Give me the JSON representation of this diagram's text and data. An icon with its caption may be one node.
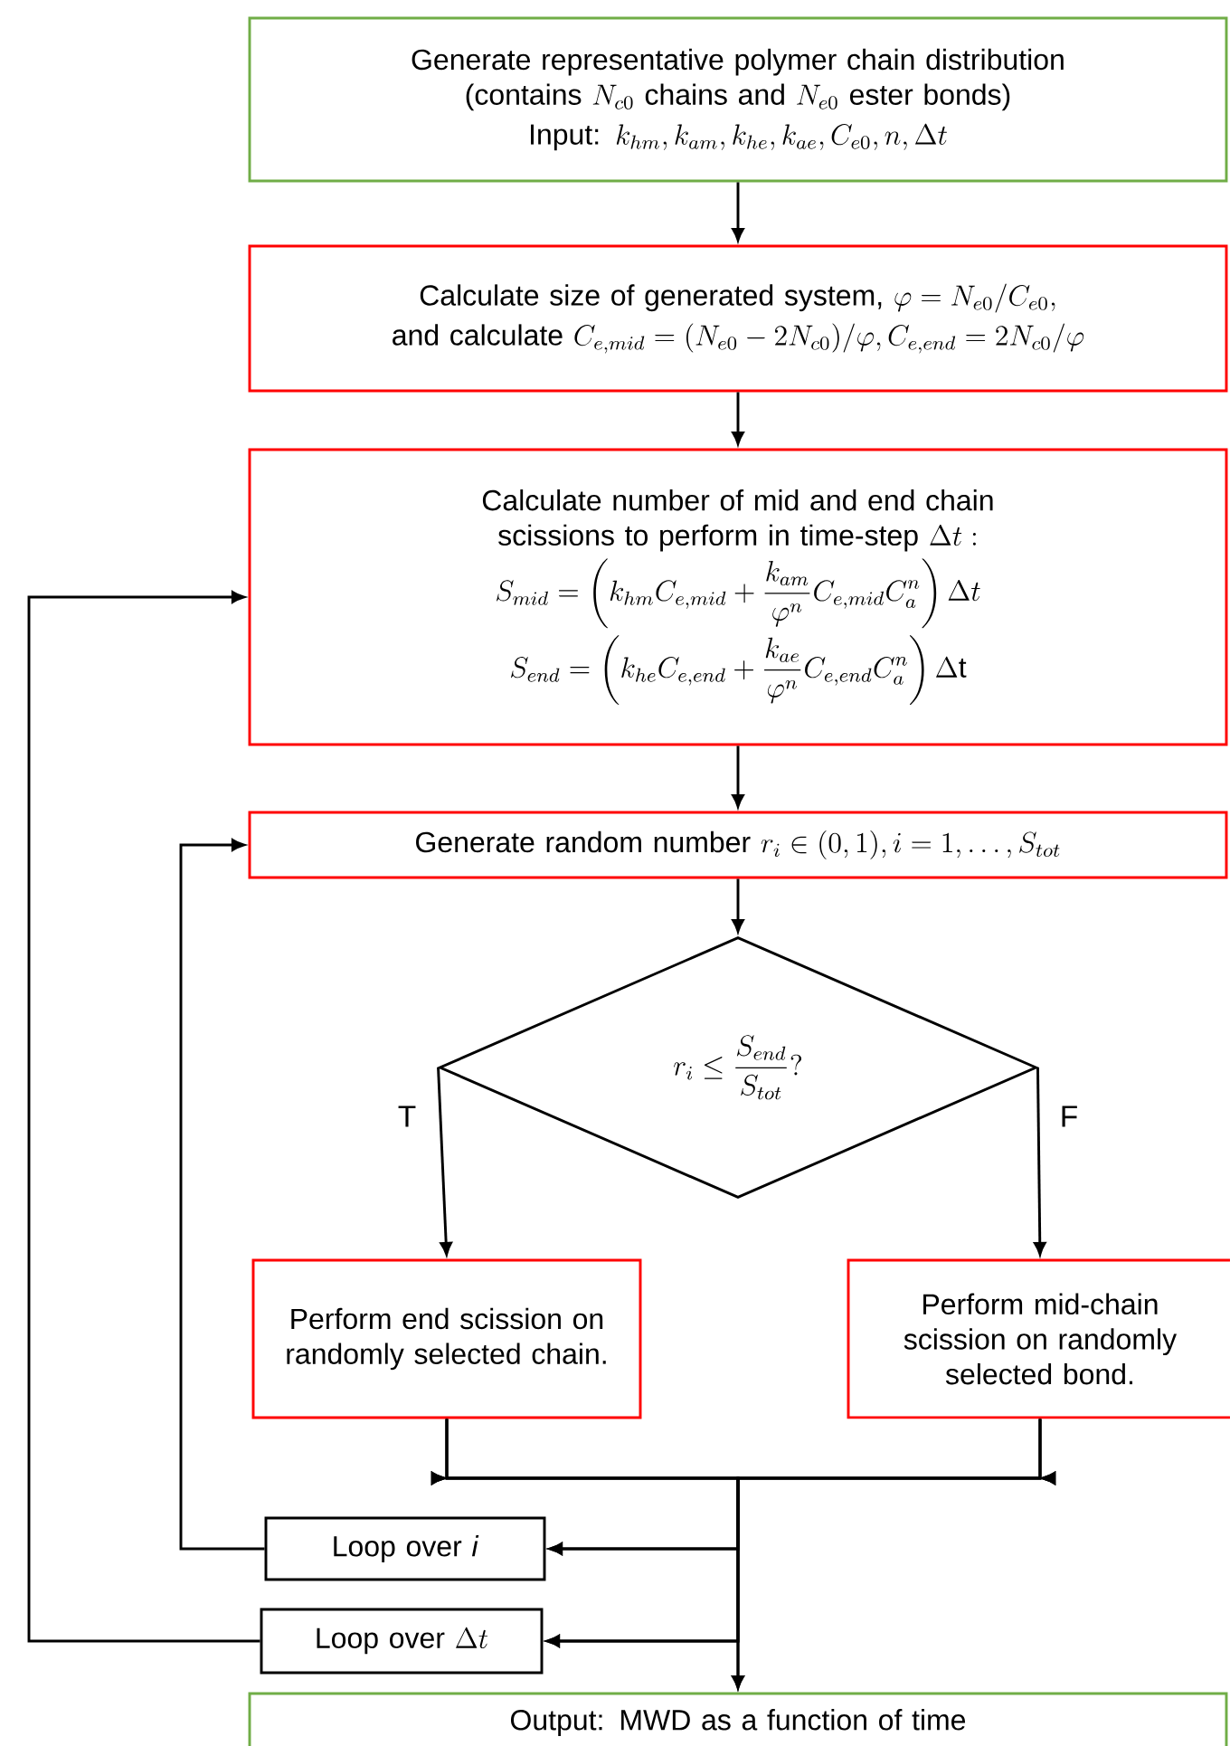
{
  "diagram": {
    "nodes": [
      {
        "text": [
          "Generate representative polymer chain distribution (contains",
          "N_{c0}",
          "chains and",
          "N_{e0}",
          "ester bonds)",
          "Input:",
          "k_{hm}, k_{am}, k_{he}, k_{ae}, C_{e0}, n, \\Delta t"
        ]
      },
      {
        "text": [
          "Calculate size of generated system,",
          "\\varphi = N_{e0}/C_{e0},",
          "and calculate",
          "C_{e,mid} = (N_{e0} - 2N_{c0})/\\varphi, C_{e,end} = 2N_{c0}/\\varphi"
        ]
      },
      {
        "text": [
          "Calculate number of mid and end chain scissions to perform in time-step",
          "\\Delta t:",
          "S_{mid} = \\left(k_{hm}C_{e,mid} + \\frac{k_{am}}{\\varphi^{n}}C_{e,mid}C_{a}^{n}\\right)\\Delta t",
          "S_{end} = \\left(k_{he}C_{e,end} + \\frac{k_{ae}}{\\varphi^{n}}C_{e,end}C_{a}^{n}\\right)\\Delta \\mathrm{t}"
        ]
      },
      {
        "text": [
          "Generate random number",
          "r_{i} \\in (0,1), i = 1, \\ldots, S_{tot}"
        ]
      },
      {
        "text": [
          "r_{i} \\le \\frac{S_{end}}{S_{tot}}?"
        ]
      },
      {
        "text": [
          "Perform end scission on randomly selected chain."
        ]
      },
      {
        "text": [
          "Perform mid-chain scission on randomly selected bond."
        ]
      },
      {
        "text": [
          "Loop over *i*"
        ]
      },
      {
        "text": [
          "Loop over",
          "\\Delta t"
        ]
      },
      {
        "text": [
          "Output: MWD as a function of time"
        ]
      }
    ],
    "edges": [
      {
        "from": 0,
        "to": 1,
        "arrow": "to"
      },
      {
        "from": 1,
        "to": 2,
        "arrow": "to"
      },
      {
        "from": 2,
        "to": 3,
        "arrow": "to"
      },
      {
        "from": 3,
        "to": 4,
        "arrow": "to"
      },
      {
        "from": 4,
        "to": 5,
        "arrow": "to",
        "label": "T"
      },
      {
        "from": 4,
        "to": 6,
        "arrow": "to",
        "label": "F"
      },
      {
        "from": 5,
        "to": 7,
        "arrow": "to"
      },
      {
        "from": 5,
        "to": 8,
        "arrow": "to"
      },
      {
        "from": 5,
        "to": 9,
        "arrow": "to"
      },
      {
        "from": 6,
        "to": 7,
        "arrow": "to"
      },
      {
        "from": 6,
        "to": 8,
        "arrow": "to"
      },
      {
        "from": 6,
        "to": 9,
        "arrow": "to"
      },
      {
        "from": 7,
        "to": 3,
        "arrow": "to"
      },
      {
        "from": 8,
        "to": 2,
        "arrow": "to"
      }
    ]
  }
}
